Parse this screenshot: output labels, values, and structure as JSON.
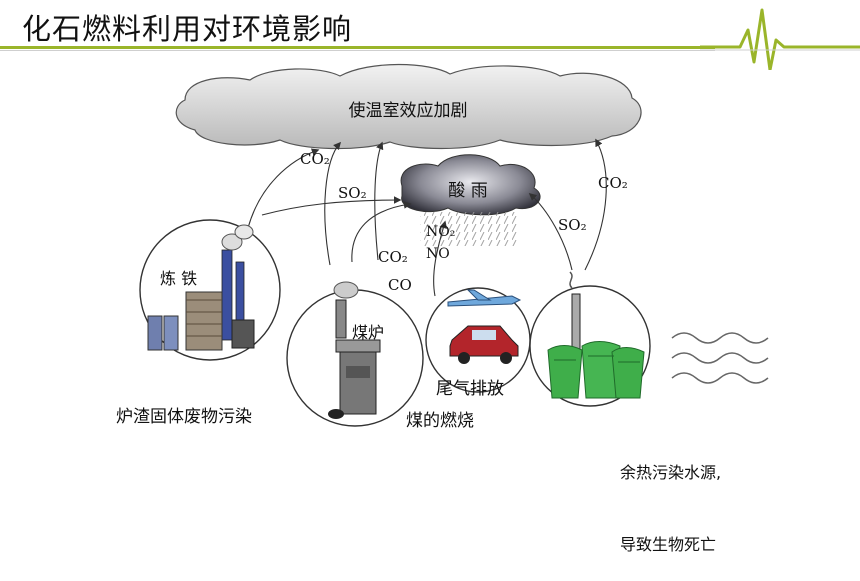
{
  "title": "化石燃料利用对环境影响",
  "cloud_top": "使温室效应加剧",
  "acid_rain": "酸 雨",
  "arrows": {
    "co2_left": "CO₂",
    "so2_left": "SO₂",
    "no2": "NO₂",
    "no": "NO",
    "co2_mid": "CO₂",
    "co": "CO",
    "so2_right": "SO₂",
    "co2_right": "CO₂"
  },
  "scenes": {
    "ironmaking": "炼 铁",
    "furnace": "煤炉",
    "exhaust": "尾气排放"
  },
  "captions": {
    "slag": "炉渣固体废物污染",
    "coal": "煤的燃烧"
  },
  "note_lines": [
    "余热污染水源,",
    "导致生物死亡"
  ],
  "colors": {
    "accent_green": "#9ab52a",
    "cooling_tower_green": "#3fae4a",
    "car_red": "#b3252b",
    "plane_blue": "#6fa8dc"
  }
}
